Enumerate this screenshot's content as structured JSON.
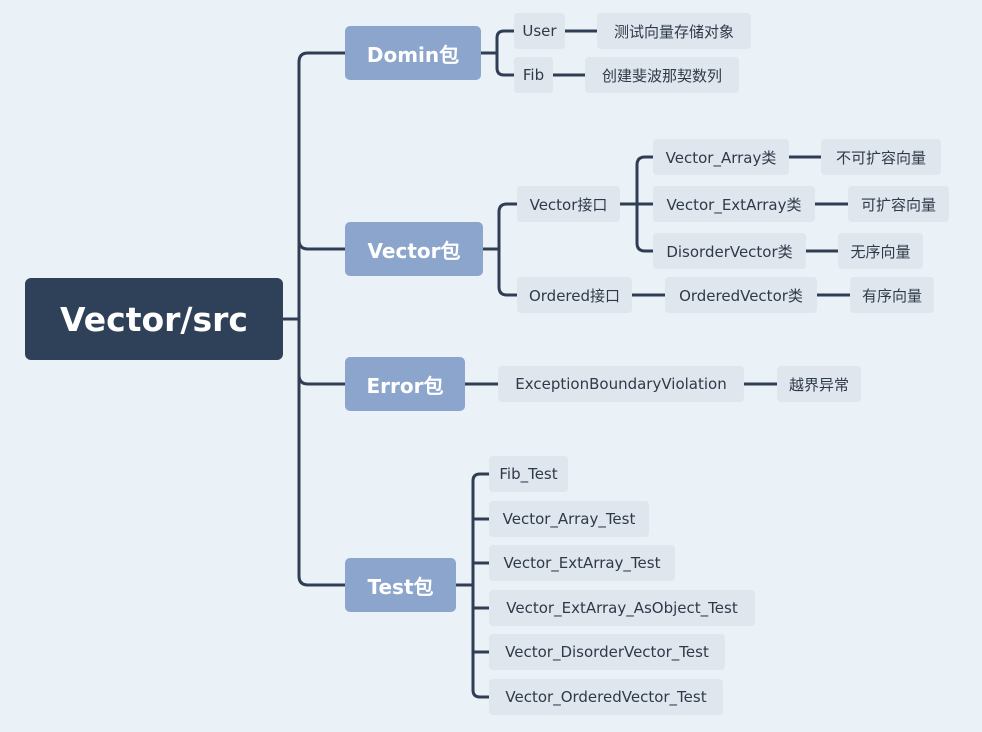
{
  "root": "Vector/src",
  "packages": {
    "domin": {
      "label": "Domin包",
      "user": "User",
      "user_desc": "测试向量存储对象",
      "fib": "Fib",
      "fib_desc": "创建斐波那契数列"
    },
    "vector": {
      "label": "Vector包",
      "vector_iface": "Vector接口",
      "vector_array": "Vector_Array类",
      "vector_array_desc": "不可扩容向量",
      "vector_extarray": "Vector_ExtArray类",
      "vector_extarray_desc": "可扩容向量",
      "disorder_vector": "DisorderVector类",
      "disorder_vector_desc": "无序向量",
      "ordered_iface": "Ordered接口",
      "ordered_vector": "OrderedVector类",
      "ordered_vector_desc": "有序向量"
    },
    "error": {
      "label": "Error包",
      "exception": "ExceptionBoundaryViolation",
      "exception_desc": "越界异常"
    },
    "test": {
      "label": "Test包",
      "tests": [
        "Fib_Test",
        "Vector_Array_Test",
        "Vector_ExtArray_Test",
        "Vector_ExtArray_AsObject_Test",
        "Vector_DisorderVector_Test",
        "Vector_OrderedVector_Test"
      ]
    }
  },
  "colors": {
    "background": "#eaf2f8",
    "root_fill": "#2f4059",
    "package_fill": "#8ca5cc",
    "leaf_fill": "#dfe6ee",
    "connector": "#2f3e55"
  }
}
